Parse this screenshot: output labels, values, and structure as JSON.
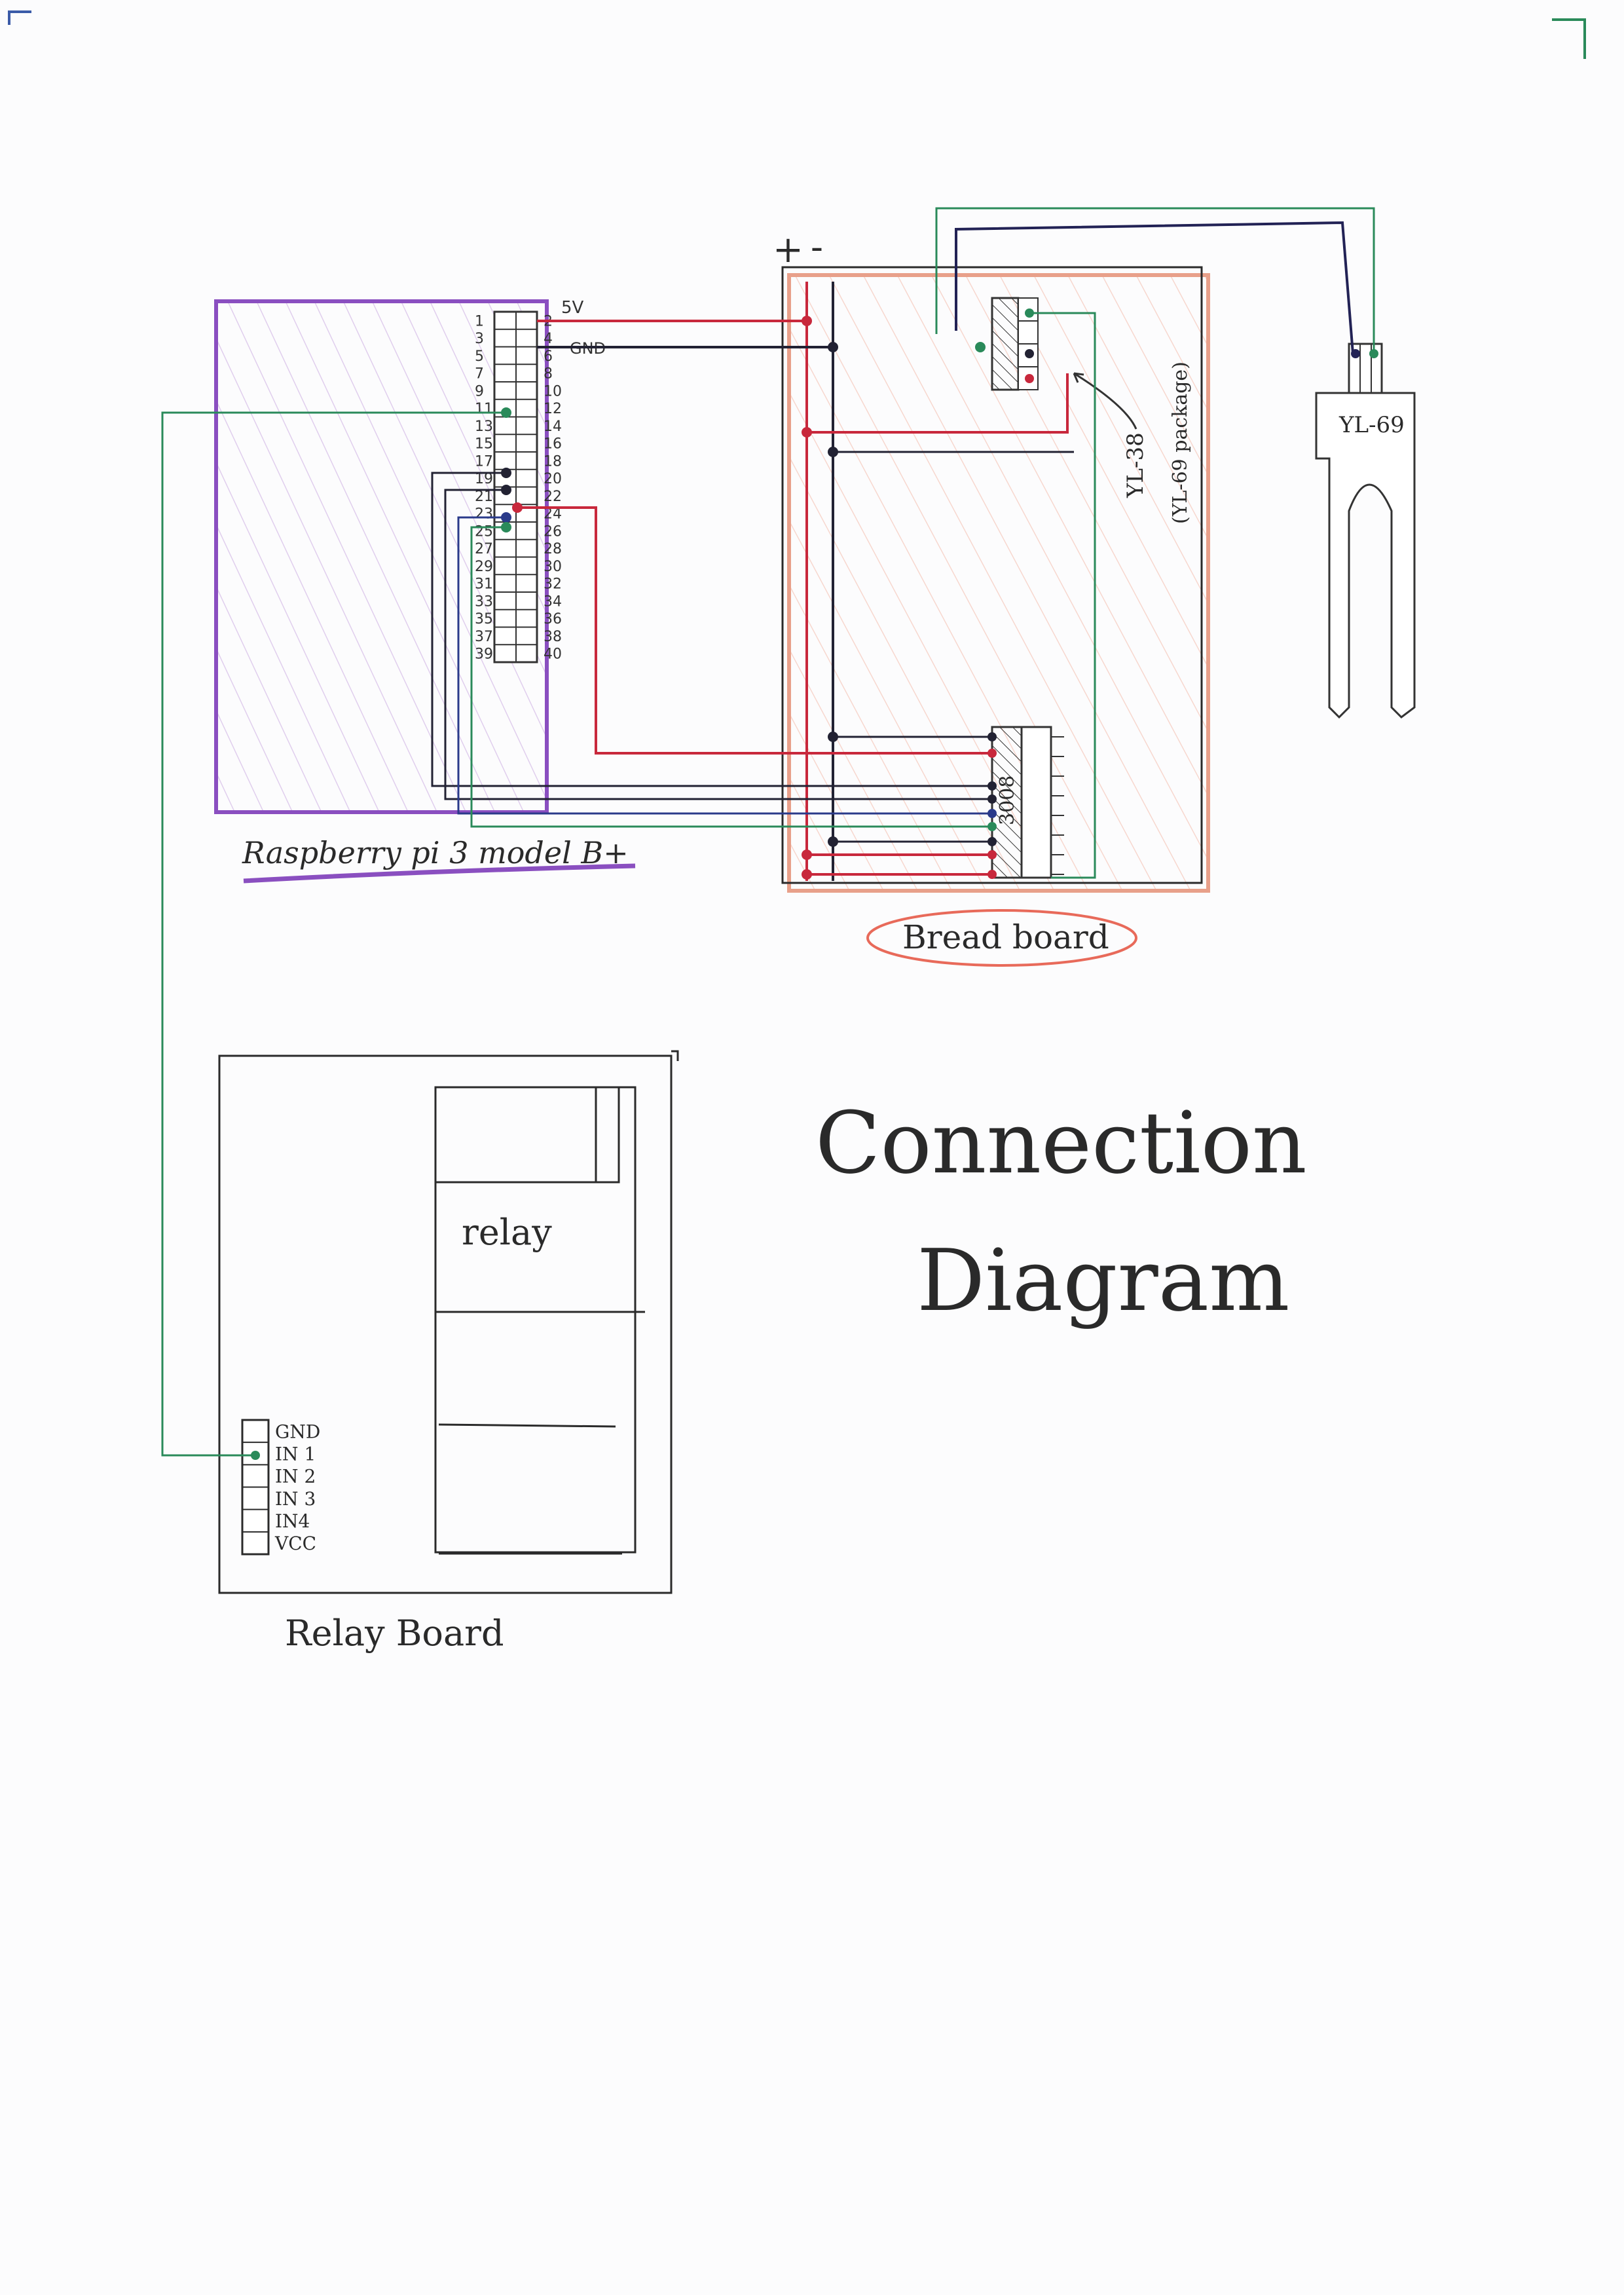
{
  "diagram_title": {
    "line1": "Connection",
    "line2": "Diagram"
  },
  "raspberry_pi": {
    "label": "Raspberry pi 3 model B+",
    "pin_5v": "5V",
    "pin_gnd": "GND",
    "pins_left": [
      "1",
      "3",
      "5",
      "7",
      "9",
      "11",
      "13",
      "15",
      "17",
      "19",
      "21",
      "23",
      "25",
      "27",
      "29",
      "31",
      "33",
      "35",
      "37",
      "39"
    ],
    "pins_right": [
      "2",
      "4",
      "6",
      "8",
      "10",
      "12",
      "14",
      "16",
      "18",
      "20",
      "22",
      "24",
      "26",
      "28",
      "30",
      "32",
      "34",
      "36",
      "38",
      "40"
    ]
  },
  "breadboard": {
    "label": "Bread board",
    "rail_plus": "+",
    "rail_minus": "-",
    "adc_chip": "3008",
    "module_label": "YL-38",
    "module_package": "(YL-69 package)"
  },
  "sensor": {
    "label": "YL-69"
  },
  "relay_board": {
    "label": "Relay Board",
    "relay_label": "relay",
    "pins": [
      "GND",
      "IN 1",
      "IN 2",
      "IN 3",
      "IN4",
      "VCC"
    ]
  },
  "colors": {
    "pi_outline": "#8a4fc0",
    "breadboard_outline": "#e8a08a",
    "wire_red": "#c8283c",
    "wire_black": "#222233",
    "wire_green": "#2a8a5a",
    "wire_blue": "#2a3a8a",
    "ink": "#2a2a2a"
  }
}
